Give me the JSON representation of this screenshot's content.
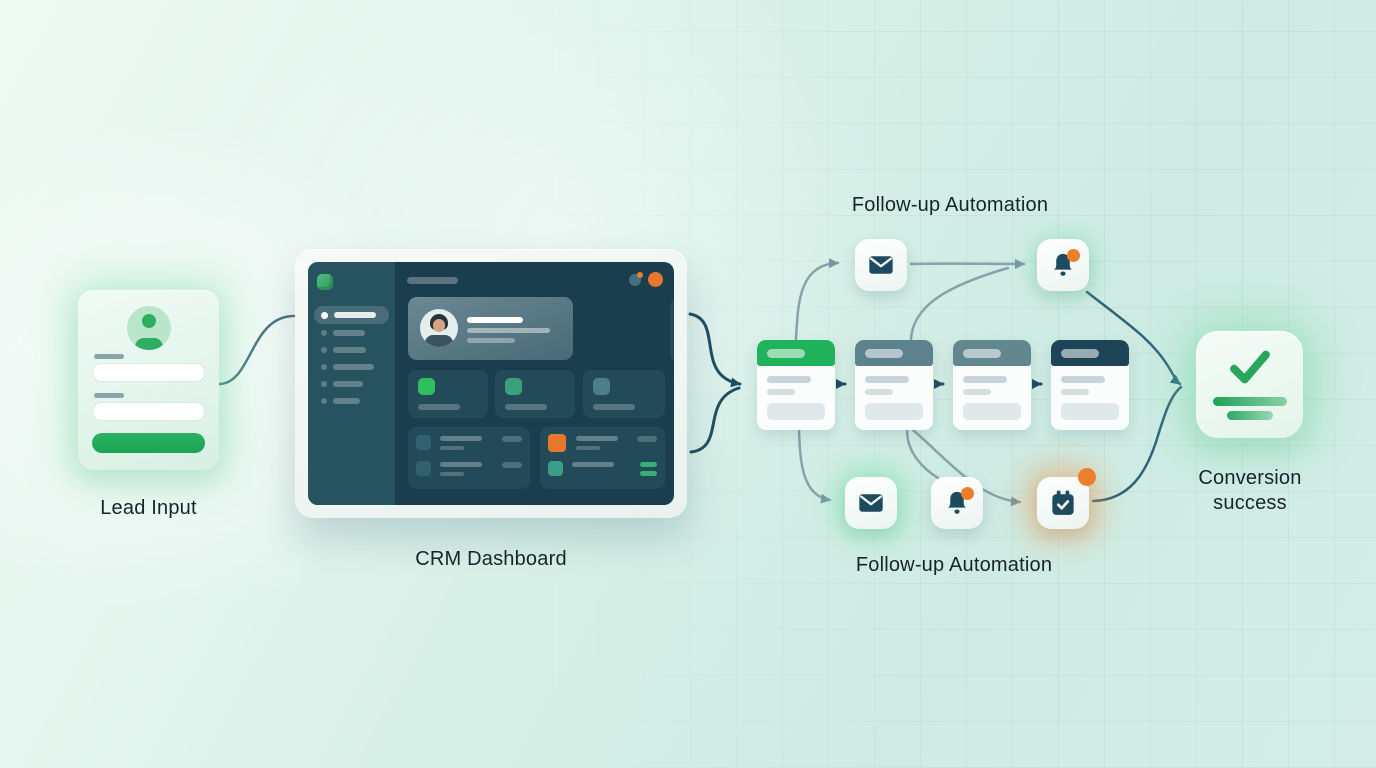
{
  "labels": {
    "lead_input": "Lead Input",
    "crm_dashboard": "CRM Dashboard",
    "followup_top": "Follow-up Automation",
    "followup_bottom": "Follow-up Automation",
    "conversion_line1": "Conversion",
    "conversion_line2": "success"
  },
  "colors": {
    "accent_green": "#21b15b",
    "dark_teal": "#1d4a5e",
    "orange_badge": "#ec7f2b",
    "connector_dark": "#1f4f63",
    "connector_light": "#87a2ab",
    "connector_mid": "#35677b"
  },
  "lead_form": {
    "icon": "user-avatar-icon",
    "field_count": 2,
    "has_submit_button": true
  },
  "crm_dashboard": {
    "sidebar": {
      "logo_icon": "leaf-logo-icon",
      "active_item_bar_width": 42,
      "item_widths": [
        32,
        33,
        41,
        30,
        27
      ]
    },
    "topbar": {
      "avatar_color": "#e8762c"
    },
    "stat_squares": [
      "#2ec05f",
      "#3aa17b",
      "#4c7f8a"
    ],
    "chart_bars": [
      {
        "h": 13,
        "color": "#4b7f8c"
      },
      {
        "h": 8,
        "color": "#37b173"
      },
      {
        "h": 16,
        "color": "#4b7f8c"
      },
      {
        "h": 12,
        "color": "#37b173"
      },
      {
        "h": 10,
        "color": "#4b7f8c"
      },
      {
        "h": 21,
        "color": "#37b173"
      },
      {
        "h": 14,
        "color": "#4b7f8c"
      },
      {
        "h": 9,
        "color": "#4b7f8c"
      }
    ]
  },
  "pipeline": {
    "cards": [
      {
        "header_color": "#21b35b"
      },
      {
        "header_color": "#5d828e"
      },
      {
        "header_color": "#63878f"
      },
      {
        "header_color": "#1d4557"
      }
    ]
  },
  "followup_top": {
    "icons": [
      "mail-icon",
      "bell-icon"
    ]
  },
  "followup_bottom": {
    "icons": [
      "mail-icon",
      "bell-icon",
      "calendar-check-icon"
    ]
  }
}
